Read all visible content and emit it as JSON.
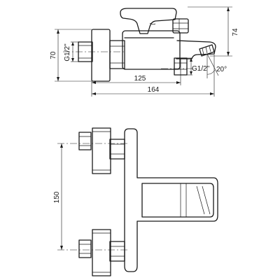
{
  "dimensions": {
    "height_total": "74",
    "height_body": "70",
    "thread_inlet": "G1/2\"",
    "thread_outlet": "G1/2\"",
    "depth_outlet": "125",
    "depth_total": "164",
    "angle_outlet": "20°",
    "inlet_spacing": "150"
  }
}
